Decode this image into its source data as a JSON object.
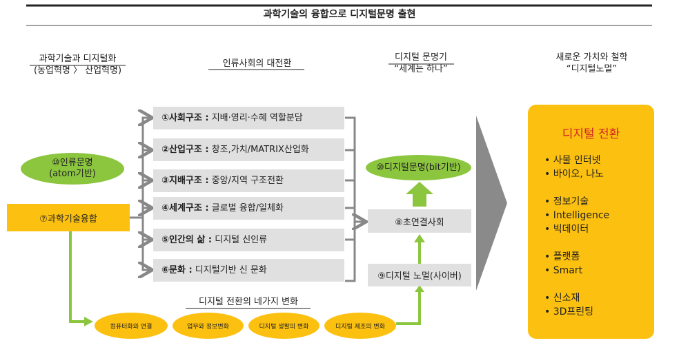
{
  "title": "과학기술의 융합으로 디지털문명 출현",
  "columns": {
    "c1": {
      "line1": "과학기술과 디지털화",
      "line2": "(농업혁명 〉 산업혁명)"
    },
    "c2": {
      "line1": "인류사회의 대전환"
    },
    "c3": {
      "line1": "디지털 문명기",
      "line2": "“세계는 하나”"
    },
    "c4": {
      "line1": "새로운 가치와 철학",
      "line2": "“디지털노멀”"
    }
  },
  "left": {
    "civilization": "⑩인류문명",
    "civilization_sub": "(atom기반)",
    "convergence": "⑦과학기술융합"
  },
  "structures": [
    {
      "head": "①사회구조 :",
      "text": " 지배·영리·수혜 역할분담"
    },
    {
      "head": "②산업구조 :",
      "text": " 창조,가치/MATRIX산업화"
    },
    {
      "head": "③지배구조 :",
      "text": " 중앙/지역 구조전환"
    },
    {
      "head": "④세계구조 :",
      "text": " 글로벌 융합/일체화"
    },
    {
      "head": "⑤인간의 삶 :",
      "text": " 디지털 신인류"
    },
    {
      "head": "⑥문화 :",
      "text": " 디지털기반 신 문화"
    }
  ],
  "digital": {
    "civilization": "⑩디지털문명(bit기반)",
    "hyper": "⑧초연결사회",
    "normal": "⑨디지털 노멀(사이버)"
  },
  "four_changes": {
    "title": "디지털 전환의 네가지 변화",
    "items": [
      "컴퓨터화와 연결",
      "업무와 정보변화",
      "디지털 생활의 변화",
      "디지털 제조의 변화"
    ]
  },
  "transform": {
    "title": "디지털 전환",
    "groups": [
      [
        "• 사물 인터넷",
        "• 바이오, 나노"
      ],
      [
        "• 정보기술",
        "• Intelligence",
        "• 빅데이터"
      ],
      [
        "• 플랫폼",
        "• Smart"
      ],
      [
        "• 신소재",
        "• 3D프린팅"
      ]
    ]
  },
  "colors": {
    "green": "#8cc63f",
    "orange": "#fcc010",
    "red": "#d2232a",
    "gray": "#e0e0e0"
  }
}
